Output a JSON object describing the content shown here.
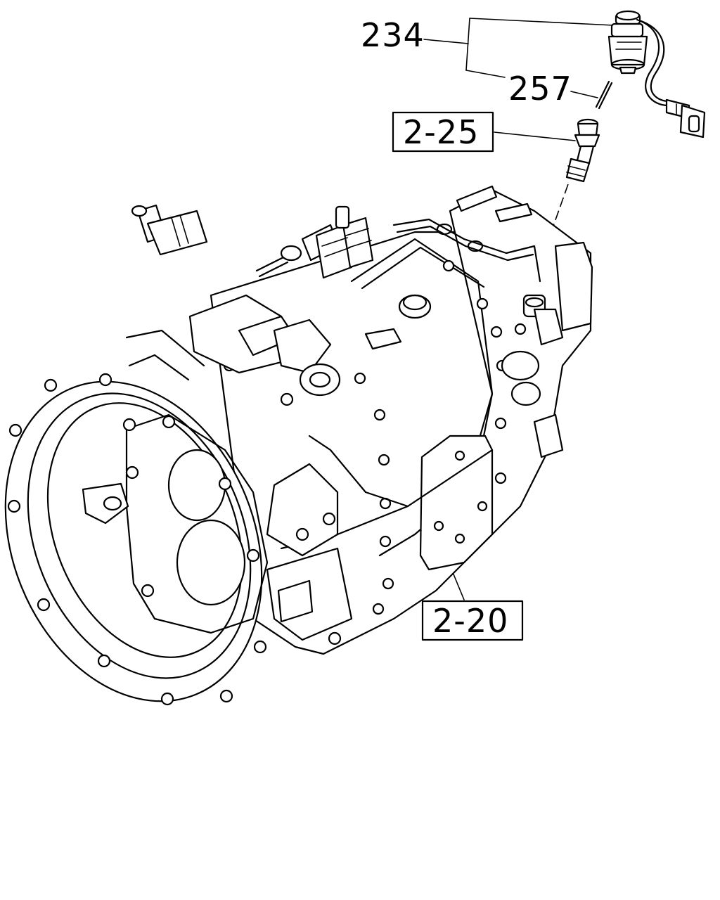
{
  "callouts": {
    "part_234": "234",
    "part_257": "257",
    "ref_2_25": "2-25",
    "ref_2_20": "2-20"
  }
}
